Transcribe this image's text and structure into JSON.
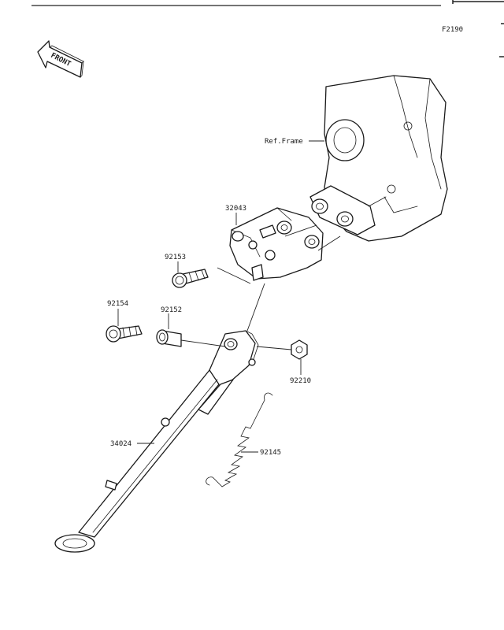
{
  "figure_code": "F2190",
  "front_arrow_text": "FRONT",
  "ref_frame_label": "Ref.Frame",
  "parts": [
    {
      "number": "32043"
    },
    {
      "number": "92153"
    },
    {
      "number": "92154"
    },
    {
      "number": "92152"
    },
    {
      "number": "92210"
    },
    {
      "number": "34024"
    },
    {
      "number": "92145"
    }
  ]
}
